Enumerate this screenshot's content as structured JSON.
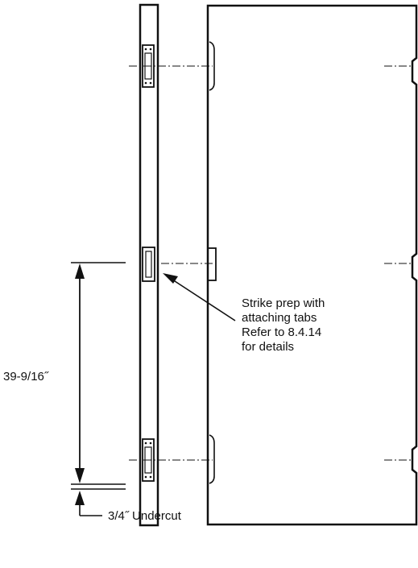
{
  "annotations": {
    "strike_note": [
      "Strike prep with",
      "attaching tabs",
      "Refer to 8.4.14",
      "for details"
    ],
    "height_dimension": "39-9/16˝",
    "undercut_label": "3/4˝ Undercut"
  },
  "colors": {
    "line": "#111111",
    "background": "#ffffff"
  }
}
